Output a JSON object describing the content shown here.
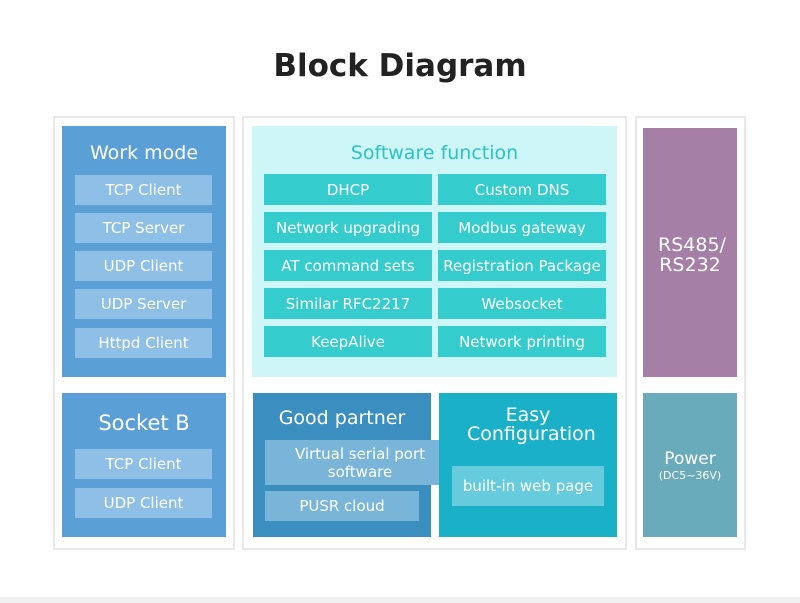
{
  "title": "Block Diagram",
  "work_mode": {
    "title": "Work mode",
    "items": [
      "TCP Client",
      "TCP Server",
      "UDP Client",
      "UDP Server",
      "Httpd Client"
    ]
  },
  "socket_b": {
    "title": "Socket B",
    "items": [
      "TCP Client",
      "UDP Client"
    ]
  },
  "software_function": {
    "title": "Software function",
    "items": [
      "DHCP",
      "Custom DNS",
      "Network upgrading",
      "Modbus gateway",
      "AT command sets",
      "Registration Package",
      "Similar RFC2217",
      "Websocket",
      "KeepAlive",
      "Network printing"
    ]
  },
  "good_partner": {
    "title": "Good partner",
    "items": [
      "Virtual serial port software",
      "PUSR cloud"
    ]
  },
  "easy_configuration": {
    "title": "Easy Configuration",
    "items": [
      "built-in web page"
    ]
  },
  "interface": {
    "title": "RS485/ RS232"
  },
  "power": {
    "title": "Power",
    "subtitle": "(DC5~36V)"
  },
  "colors": {
    "work_mode": "#5a9fd6",
    "software_function": "#34cccc",
    "good_partner": "#3b8fc0",
    "easy_configuration": "#1ab0c8",
    "interface": "#a67fa7",
    "power": "#6aabbb"
  }
}
